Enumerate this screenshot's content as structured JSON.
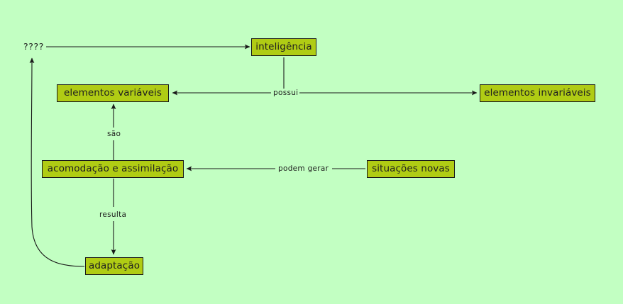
{
  "diagram": {
    "title": "inteligencia-adaptacao-concept-map",
    "background_color": "#c2ffc2",
    "node_fill_color": "#b0cc14",
    "node_border_color": "#1a1a1a",
    "edge_color": "#1a1a1a",
    "nodes": [
      {
        "id": "inteligencia",
        "label": "inteligência"
      },
      {
        "id": "elementos_variaveis",
        "label": "elementos variáveis"
      },
      {
        "id": "elementos_invariaveis",
        "label": "elementos invariáveis"
      },
      {
        "id": "acomodacao_assimilacao",
        "label": "acomodação e assimilação"
      },
      {
        "id": "situacoes_novas",
        "label": "situações novas"
      },
      {
        "id": "adaptacao",
        "label": "adaptação"
      }
    ],
    "unknown_node": {
      "id": "unknown",
      "label": "????"
    },
    "edges": [
      {
        "id": "unknown_to_inteligencia",
        "from": "????",
        "to": "inteligência",
        "label": ""
      },
      {
        "id": "inteligencia_to_variaveis",
        "from": "inteligência",
        "to": "elementos variáveis",
        "label": "possui"
      },
      {
        "id": "inteligencia_to_invariaveis",
        "from": "inteligência",
        "to": "elementos invariáveis",
        "label": "possui"
      },
      {
        "id": "acomodacao_to_variaveis",
        "from": "acomodação e assimilação",
        "to": "elementos variáveis",
        "label": "são"
      },
      {
        "id": "situacoes_to_acomodacao",
        "from": "situações novas",
        "to": "acomodação e assimilação",
        "label": "podem gerar"
      },
      {
        "id": "acomodacao_to_adaptacao",
        "from": "acomodação e assimilação",
        "to": "adaptação",
        "label": "resulta"
      },
      {
        "id": "adaptacao_to_unknown",
        "from": "adaptação",
        "to": "????",
        "label": ""
      }
    ],
    "edge_labels": {
      "possui": "possui",
      "sao": "são",
      "podem_gerar": "podem gerar",
      "resulta": "resulta"
    }
  }
}
